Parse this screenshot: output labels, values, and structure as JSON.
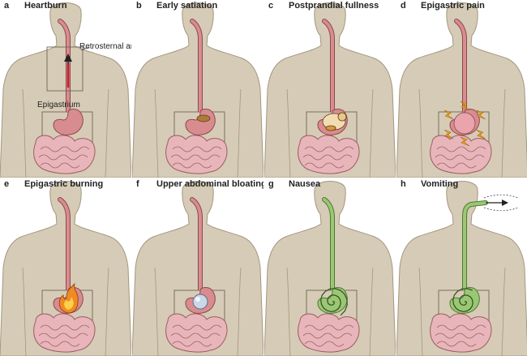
{
  "panels": [
    {
      "letter": "a",
      "title": "Heartburn",
      "symptom": "arrow-up"
    },
    {
      "letter": "b",
      "title": "Early satiation",
      "symptom": "food-small"
    },
    {
      "letter": "c",
      "title": "Postprandial fullness",
      "symptom": "food-full"
    },
    {
      "letter": "d",
      "title": "Epigastric pain",
      "symptom": "lightning"
    },
    {
      "letter": "e",
      "title": "Epigastric burning",
      "symptom": "flame"
    },
    {
      "letter": "f",
      "title": "Upper abdominal bloating",
      "symptom": "gas"
    },
    {
      "letter": "g",
      "title": "Nausea",
      "symptom": "spiral"
    },
    {
      "letter": "h",
      "title": "Vomiting",
      "symptom": "vomit"
    }
  ],
  "annotations": {
    "retrosternal": "Retrosternal area",
    "epigastrium": "Epigastrium"
  },
  "colors": {
    "skin": "#d6cbb6",
    "skin_outline": "#a3977f",
    "esophagus": "#d98c8f",
    "esophagus_outline": "#8a4a4c",
    "intestine": "#e8b6ba",
    "nausea_green": "#9bc774",
    "burn_orange": "#f08a24",
    "lightning": "#f5a91c"
  }
}
